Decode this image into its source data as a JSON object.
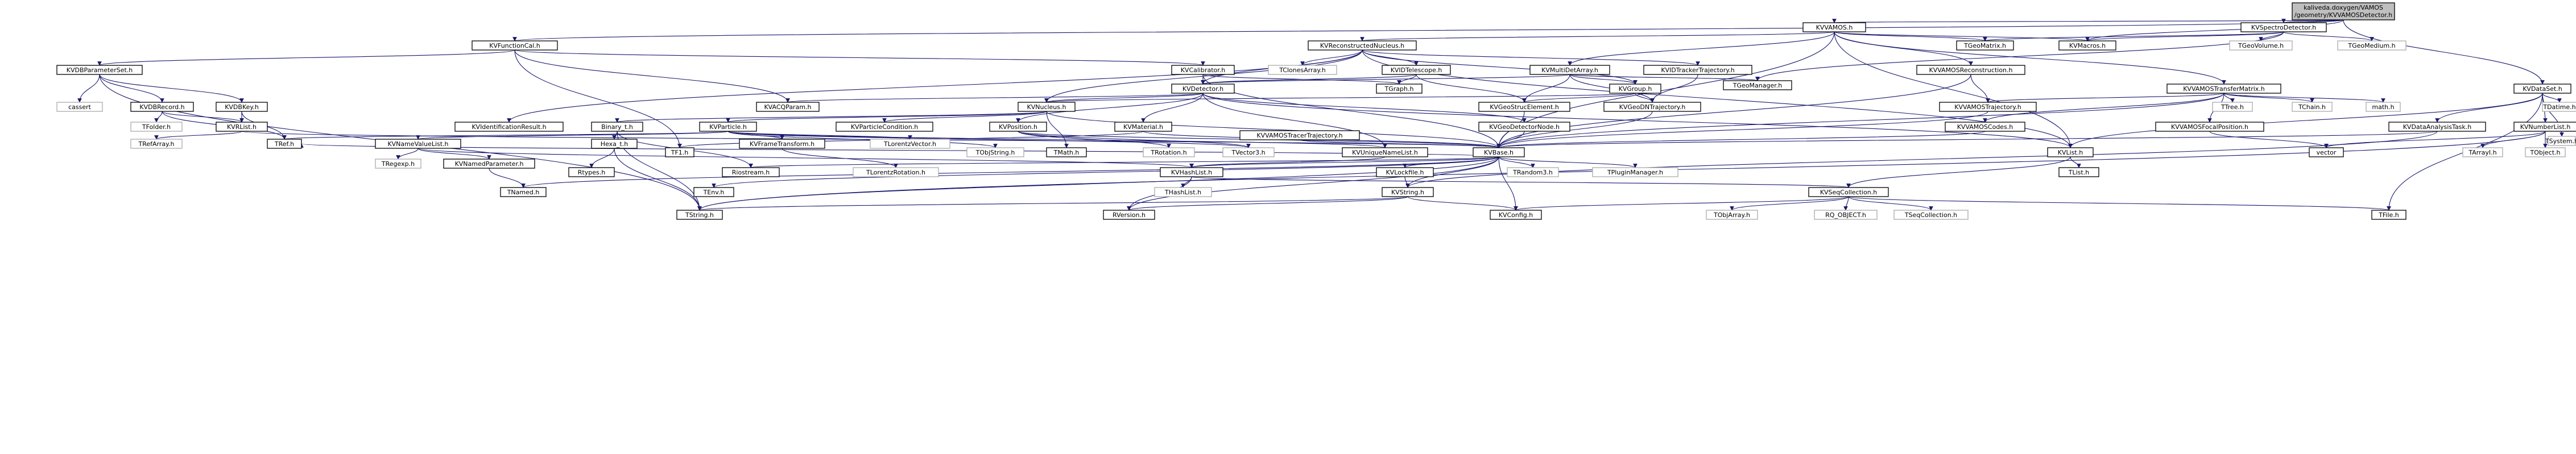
{
  "colors": {
    "edge": "#191970",
    "root_fill": "#bfbfbf",
    "node_border": "#000000",
    "external_border": "#aaaaaa"
  },
  "nodes": {
    "root": [
      "kaliveda.doxygen/VAMOS",
      "/geometry/KVVAMOSDetector.h"
    ],
    "KVVAMOS": "KVVAMOS.h",
    "KVSpectroDetector": "KVSpectroDetector.h",
    "KVFunctionCal": "KVFunctionCal.h",
    "KVReconstructedNucleus": "KVReconstructedNucleus.h",
    "KVDBParameterSet": "KVDBParameterSet.h",
    "KVCalibrator": "KVCalibrator.h",
    "KVIDTelescope": "KVIDTelescope.h",
    "TClonesArray": "TClonesArray.h",
    "KVIDTrackerTrajectory": "KVIDTrackerTrajectory.h",
    "KVMultiDetArray": "KVMultiDetArray.h",
    "KVVAMOSReconstruction": "KVVAMOSReconstruction.h",
    "KVVAMOSTransferMatrix": "KVVAMOSTransferMatrix.h",
    "KVVAMOSTrajectory": "KVVAMOSTrajectory.h",
    "KVVAMOSCodes": "KVVAMOSCodes.h",
    "KVVAMOSFocalPosition": "KVVAMOSFocalPosition.h",
    "KVDataSet": "KVDataSet.h",
    "KVDataAnalysisTask": "KVDataAnalysisTask.h",
    "KVNumberList": "KVNumberList.h",
    "TGeoMatrix": "TGeoMatrix.h",
    "KVMacros": "KVMacros.h",
    "TGeoVolume": "TGeoVolume.h",
    "TGeoMedium": "TGeoMedium.h",
    "TGeoManager": "TGeoManager.h",
    "KVGroup": "KVGroup.h",
    "KVDetector": "KVDetector.h",
    "TGraph": "TGraph.h",
    "casset": "cassert",
    "KVDBRecord": "KVDBRecord.h",
    "KVDBKey": "KVDBKey.h",
    "TFolder": "TFolder.h",
    "KVRList": "KVRList.h",
    "TRefArray": "TRefArray.h",
    "KVACQParam": "KVACQParam.h",
    "KVIdentificationResult": "KVIdentificationResult.h",
    "KVNucleus": "KVNucleus.h",
    "KVGeoStrucElement": "KVGeoStrucElement.h",
    "KVGeoDNTrajectory": "KVGeoDNTrajectory.h",
    "KVGeoDetectorNode": "KVGeoDetectorNode.h",
    "Binary_t": "Binary_t.h",
    "Hexa_t": "Hexa_t.h",
    "KVParticle": "KVParticle.h",
    "KVParticleCondition": "KVParticleCondition.h",
    "KVPosition": "KVPosition.h",
    "KVMaterial": "KVMaterial.h",
    "KVVAMOSTracerTrajectory": "KVVAMOSTracerTrajectory.h",
    "KVFrameTransform": "KVFrameTransform.h",
    "KVNameValueList": "KVNameValueList.h",
    "KVNamedParameter": "KVNamedParameter.h",
    "TRegexp": "TRegexp.h",
    "TRefh": "TRef.h",
    "TF1": "TF1.h",
    "TLorentzVector": "TLorentzVector.h",
    "TObjString": "TObjString.h",
    "TMath": "TMath.h",
    "TRotation": "TRotation.h",
    "TVector3": "TVector3.h",
    "KVUniqueNameList": "KVUniqueNameList.h",
    "KVBase": "KVBase.h",
    "KVList": "KVList.h",
    "TList": "TList.h",
    "vector": "vector",
    "TTree": "TTree.h",
    "TChain": "TChain.h",
    "math": "math.h",
    "TDatime": "TDatime.h",
    "TSystem": "TSystem.h",
    "TArrayI": "TArrayI.h",
    "TObject": "TObject.h",
    "Rtypes": "Rtypes.h",
    "Riostream": "Riostream.h",
    "TLorentzRotation": "TLorentzRotation.h",
    "KVHashList": "KVHashList.h",
    "KVLockfile": "KVLockfile.h",
    "TRandom3": "TRandom3.h",
    "TPluginManager": "TPluginManager.h",
    "TNamed": "TNamed.h",
    "TEnv": "TEnv.h",
    "THashList": "THashList.h",
    "KVString": "KVString.h",
    "KVSeqCollection": "KVSeqCollection.h",
    "TString": "TString.h",
    "RVersion": "RVersion.h",
    "KVConfig": "KVConfig.h",
    "TObjArray": "TObjArray.h",
    "RQ_OBJECT": "RQ_OBJECT.h",
    "TSeqCollection": "TSeqCollection.h",
    "TFile": "TFile.h"
  }
}
